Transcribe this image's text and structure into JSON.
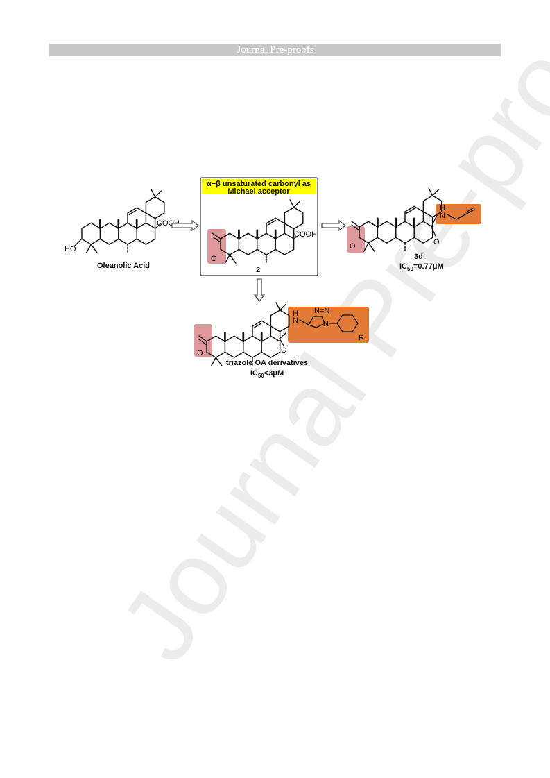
{
  "header": {
    "banner_text": "Journal Pre-proofs"
  },
  "watermark": {
    "text": "Journal Pre-proofs"
  },
  "colors": {
    "banner_bg": "#c8c8c8",
    "red_highlight": "#d9868b",
    "orange_highlight": "#e07a36",
    "yellow_box": "#ffff00"
  },
  "figure": {
    "oleanolic": {
      "name": "Oleanolic Acid",
      "cooh": "COOH",
      "ho": "HO"
    },
    "compound2": {
      "box_title_line1": "α−β unsaturated carbonyl as",
      "box_title_line2": "Michael acceptor",
      "label": "2",
      "cooh": "COOH",
      "o": "O"
    },
    "compound3d": {
      "label": "3d",
      "ic50": "IC50=0.77μM",
      "ic50_prefix": "IC",
      "ic50_sub": "50",
      "ic50_suffix": "=0.77μM",
      "o": "O",
      "h": "H",
      "n": "N"
    },
    "triazole": {
      "name": "triazole OA derivatives",
      "ic50_prefix": "IC",
      "ic50_sub": "50",
      "ic50_suffix": "<3μM",
      "h": "H",
      "n": "N",
      "r": "R",
      "o": "O",
      "n_eq_n": "N=N",
      "n1": "N"
    }
  }
}
